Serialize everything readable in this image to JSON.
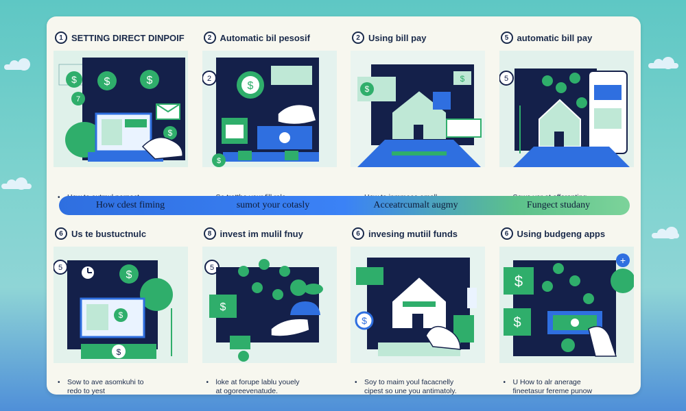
{
  "top_row": [
    {
      "num": "1",
      "title": "SETTING DIRECT DINPOIF",
      "badge": "7",
      "caption": [
        "How to autmul perpoct"
      ]
    },
    {
      "num": "2",
      "title": "Automatic bil pesosif",
      "badge": "2",
      "caption": [
        "Se trotthe your fill rale"
      ]
    },
    {
      "num": "2",
      "title": "Using bill pay",
      "badge": "",
      "caption": [
        "How to inmmace amoll"
      ]
    },
    {
      "num": "5",
      "title": "automatic bill pay",
      "badge": "5",
      "caption": [
        "Sowe yor at efforonting"
      ]
    }
  ],
  "banner": [
    "How cdest fiming",
    "sumot your cotasly",
    "Acceatrcumalt augmy",
    "Fungect studany"
  ],
  "bottom_row": [
    {
      "num": "6",
      "title": "Us te bustuctnulc",
      "badge": "5",
      "caption": [
        "Sow to ave asomkuhi to",
        "redo to yest"
      ]
    },
    {
      "num": "8",
      "title": "invest im mulil fnuy",
      "badge": "5",
      "caption": [
        "loke at forupe lablu youely",
        "at ogoreevenatude."
      ]
    },
    {
      "num": "6",
      "title": "invesing mutiil funds",
      "badge": "",
      "caption": [
        "Soy to maim youl facacnelly",
        "cipest so une you antimatoly."
      ]
    },
    {
      "num": "6",
      "title": "Using budgeng apps",
      "badge": "",
      "caption": [
        "U How to alr anerage",
        "fineetasur fereme punow"
      ]
    }
  ],
  "colors": {
    "navy": "#14204a",
    "green": "#2fae6b",
    "blue": "#2f6fe0",
    "mint": "#bfe8d6"
  },
  "icons": [
    "dollar-icon",
    "hand-icon",
    "house-icon",
    "laptop-icon",
    "clock-icon",
    "tree-icon",
    "plus-icon"
  ]
}
